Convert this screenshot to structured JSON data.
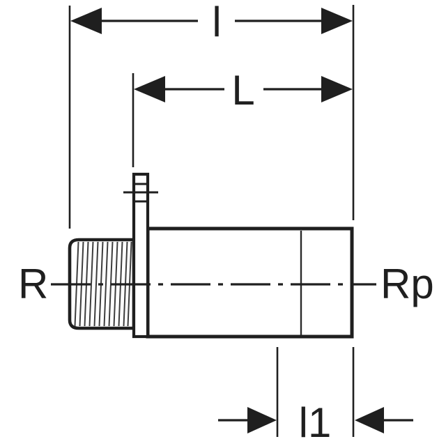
{
  "figure": {
    "kind": "technical-dimension-drawing",
    "ink_color": "#1f1f1f",
    "hatch_color": "#3c3c3c",
    "background_color": "#ffffff",
    "labels": {
      "dim_overall": "l",
      "dim_length": "L",
      "dim_socket": "l1",
      "left_port": "R",
      "right_port": "Rp"
    }
  }
}
